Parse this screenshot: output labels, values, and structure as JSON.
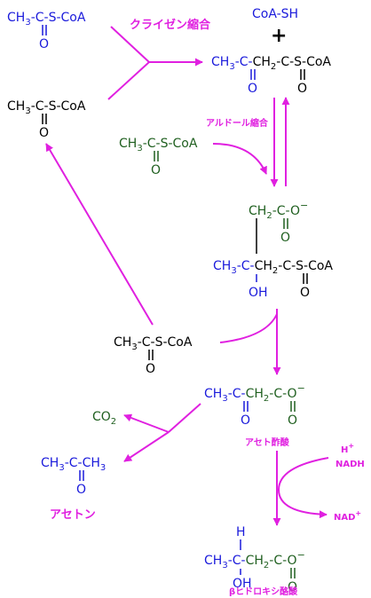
{
  "colors": {
    "blue": "#1a1adb",
    "green": "#1f5f1f",
    "black": "#000000",
    "magenta": "#e020e0"
  },
  "compounds": {
    "acetyl_coa_1": {
      "left": "CH",
      "sub": "3",
      "rest": "-C-S-CoA",
      "o": "O"
    },
    "acetyl_coa_2": {
      "left": "CH",
      "sub": "3",
      "rest": "-C-S-CoA",
      "o": "O"
    },
    "acetyl_coa_3": {
      "left": "CH",
      "sub": "3",
      "rest": "-C-S-CoA",
      "o": "O"
    },
    "acetyl_coa_4": {
      "left": "CH",
      "sub": "3",
      "rest": "-C-S-CoA",
      "o": "O"
    },
    "coa_sh": "CoA-SH",
    "plus": "+",
    "acetoacetyl_coa": {
      "ch": "CH",
      "sub": "3",
      "c1": "-C-",
      "ch2": "CH",
      "sub2": "2",
      "c2": "-C-S-CoA",
      "o1": "O",
      "o2": "O"
    },
    "hmg_coa": {
      "ch2": "CH",
      "sub2": "2",
      "coo": "-C-O",
      "minus": "−",
      "o_top": "O",
      "ch": "CH",
      "sub": "3",
      "c": "-C-",
      "ch2b": "CH",
      "sub2b": "2",
      "rest": "-C-S-CoA",
      "oh": "OH",
      "o_bot": "O"
    },
    "acetoacetate": {
      "ch": "CH",
      "sub": "3",
      "c1": "-C-",
      "ch2": "CH",
      "sub2": "2",
      "coo": "-C-O",
      "minus": "−",
      "o1": "O",
      "o2": "O"
    },
    "co2": {
      "text": "CO",
      "sub": "2"
    },
    "acetone": {
      "ch_a": "CH",
      "sub_a": "3",
      "c": "-C-",
      "ch_b": "CH",
      "sub_b": "3",
      "o": "O"
    },
    "beta_hydroxybutyrate": {
      "h": "H",
      "ch": "CH",
      "sub": "3",
      "c": "-C-",
      "ch2": "CH",
      "sub2": "2",
      "coo": "-C-O",
      "minus": "−",
      "oh": "OH",
      "o": "O"
    },
    "h_plus": {
      "h": "H",
      "plus": "+"
    },
    "nadh": "NADH",
    "nad_plus": {
      "text": "NAD",
      "plus": "+"
    }
  },
  "labels": {
    "claisen": "クライゼン縮合",
    "aldol": "アルドール縮合",
    "acetoacetic_acid": "アセト酢酸",
    "acetone": "アセトン",
    "beta_hydroxybutyric_acid": "βヒドロキシ酪酸"
  }
}
